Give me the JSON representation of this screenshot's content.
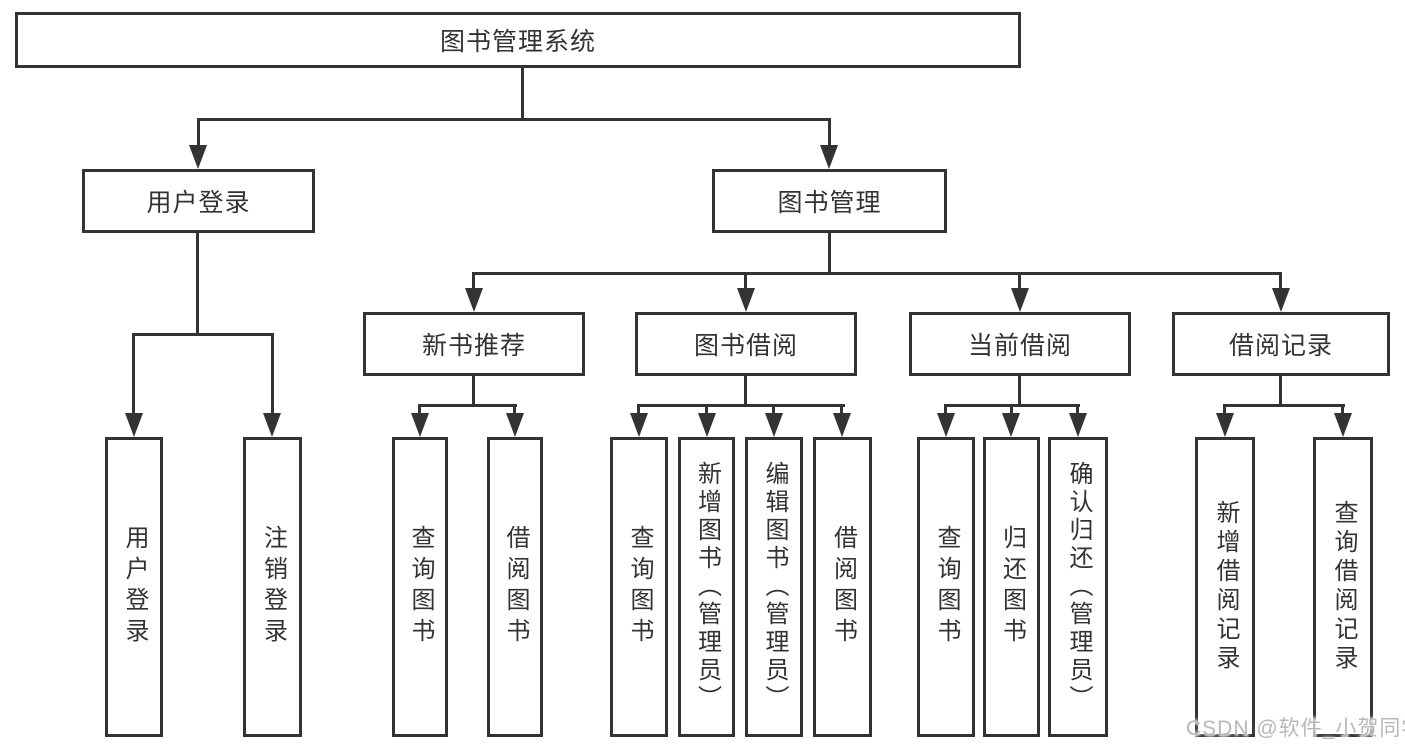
{
  "diagram": {
    "nodes": {
      "root": "图书管理系统",
      "user_login": "用户登录",
      "book_mgmt": "图书管理",
      "new_book_rec": "新书推荐",
      "book_borrow": "图书借阅",
      "current_borrow": "当前借阅",
      "borrow_records": "借阅记录",
      "leaf_user_login": "用户登录",
      "leaf_logout": "注销登录",
      "leaf_query_book_1": "查询图书",
      "leaf_borrow_book_1": "借阅图书",
      "leaf_query_book_2": "查询图书",
      "leaf_add_book": "新增图书（管理员）",
      "leaf_edit_book": "编辑图书（管理员）",
      "leaf_borrow_book_2": "借阅图书",
      "leaf_query_book_3": "查询图书",
      "leaf_return_book": "归还图书",
      "leaf_confirm_return": "确认归还（管理员）",
      "leaf_add_borrow_record": "新增借阅记录",
      "leaf_query_borrow_record": "查询借阅记录"
    },
    "watermark": "CSDN @软件_小贺同学",
    "colors": {
      "line": "#333333",
      "text": "#333333",
      "background": "#ffffff",
      "watermark": "#b8b8b8"
    }
  }
}
